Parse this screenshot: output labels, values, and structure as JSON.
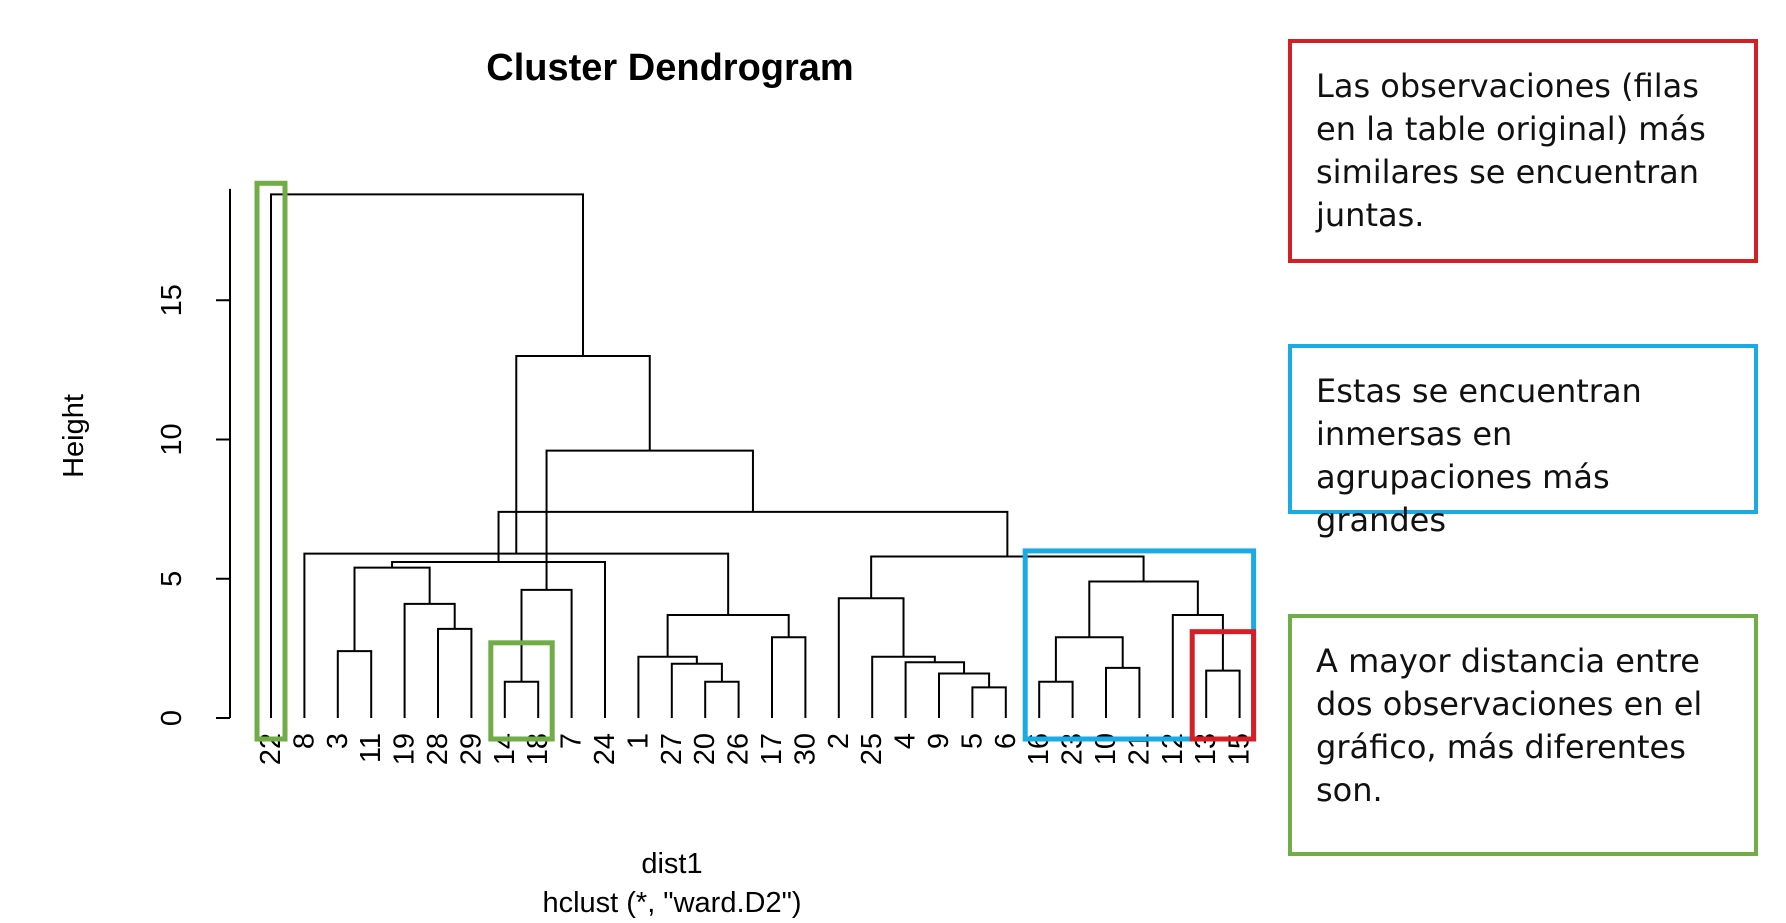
{
  "colors": {
    "red": "#d32027",
    "blue": "#1aabe5",
    "green": "#70ad47",
    "line": "#000000"
  },
  "chart_data": {
    "type": "dendrogram",
    "title": "Cluster Dendrogram",
    "ylabel": "Height",
    "xlabel": "dist1",
    "sub": "hclust (*, \"ward.D2\")",
    "ylim": [
      0,
      19
    ],
    "yticks": [
      0,
      5,
      10,
      15
    ],
    "leaf_order": [
      "22",
      "8",
      "3",
      "11",
      "19",
      "28",
      "29",
      "14",
      "18",
      "7",
      "24",
      "1",
      "27",
      "20",
      "26",
      "17",
      "30",
      "2",
      "25",
      "4",
      "9",
      "5",
      "6",
      "16",
      "23",
      "10",
      "21",
      "12",
      "13",
      "15"
    ],
    "merges": [
      {
        "a": "L:14",
        "b": "L:18",
        "height": 1.3
      },
      {
        "a": "L:5",
        "b": "L:6",
        "height": 1.1
      },
      {
        "a": "L:20",
        "b": "L:26",
        "height": 1.3
      },
      {
        "a": "L:16",
        "b": "L:23",
        "height": 1.3
      },
      {
        "a": "L:13",
        "b": "L:15",
        "height": 1.7
      },
      {
        "a": "L:10",
        "b": "L:21",
        "height": 1.8
      },
      {
        "a": "L:9",
        "b": "M:1",
        "height": 1.6
      },
      {
        "a": "L:27",
        "b": "M:2",
        "height": 1.95
      },
      {
        "a": "L:4",
        "b": "M:6",
        "height": 2.0
      },
      {
        "a": "L:25",
        "b": "M:8",
        "height": 2.2
      },
      {
        "a": "L:1",
        "b": "M:7",
        "height": 2.2
      },
      {
        "a": "L:3",
        "b": "L:11",
        "height": 2.4
      },
      {
        "a": "M:3",
        "b": "M:5",
        "height": 2.9
      },
      {
        "a": "L:17",
        "b": "L:30",
        "height": 2.9
      },
      {
        "a": "L:28",
        "b": "L:29",
        "height": 3.2
      },
      {
        "a": "L:12",
        "b": "M:4",
        "height": 3.7
      },
      {
        "a": "M:10",
        "b": "M:13",
        "height": 3.7
      },
      {
        "a": "L:2",
        "b": "M:9",
        "height": 4.3
      },
      {
        "a": "L:19",
        "b": "M:14",
        "height": 4.1
      },
      {
        "a": "L:7",
        "b": "M:0",
        "height": 4.6
      },
      {
        "a": "M:12",
        "b": "M:15",
        "height": 4.9
      },
      {
        "a": "M:11",
        "b": "M:18",
        "height": 5.4
      },
      {
        "a": "L:24",
        "b": "M:21",
        "height": 5.6
      },
      {
        "a": "M:17",
        "b": "M:20",
        "height": 5.8
      },
      {
        "a": "L:8",
        "b": "M:16",
        "height": 5.9
      },
      {
        "a": "M:22",
        "b": "M:23",
        "height": 7.4
      },
      {
        "a": "M:19",
        "b": "M:25",
        "height": 9.6
      },
      {
        "a": "M:24",
        "b": "M:26",
        "height": 13.0
      },
      {
        "a": "L:22",
        "b": "M:27",
        "height": 18.8
      }
    ],
    "highlights": [
      {
        "name": "green-highlight-22",
        "color": "green",
        "from_leaf": 0,
        "to_leaf": 0,
        "top": 19.2
      },
      {
        "name": "green-highlight-14-18",
        "color": "green",
        "from_leaf": 7,
        "to_leaf": 8,
        "top": 2.7
      },
      {
        "name": "blue-highlight-cluster",
        "color": "blue",
        "from_leaf": 23,
        "to_leaf": 29,
        "top": 6.0
      },
      {
        "name": "red-highlight-13-15",
        "color": "red",
        "from_leaf": 28,
        "to_leaf": 29,
        "top": 3.1
      }
    ]
  },
  "notes": {
    "red": "Las observaciones (filas en la table original) más similares se encuentran juntas.",
    "blue": "Estas se encuentran inmersas en agrupaciones más grandes",
    "green": "A mayor distancia entre dos observaciones en el gráfico, más diferentes son."
  }
}
